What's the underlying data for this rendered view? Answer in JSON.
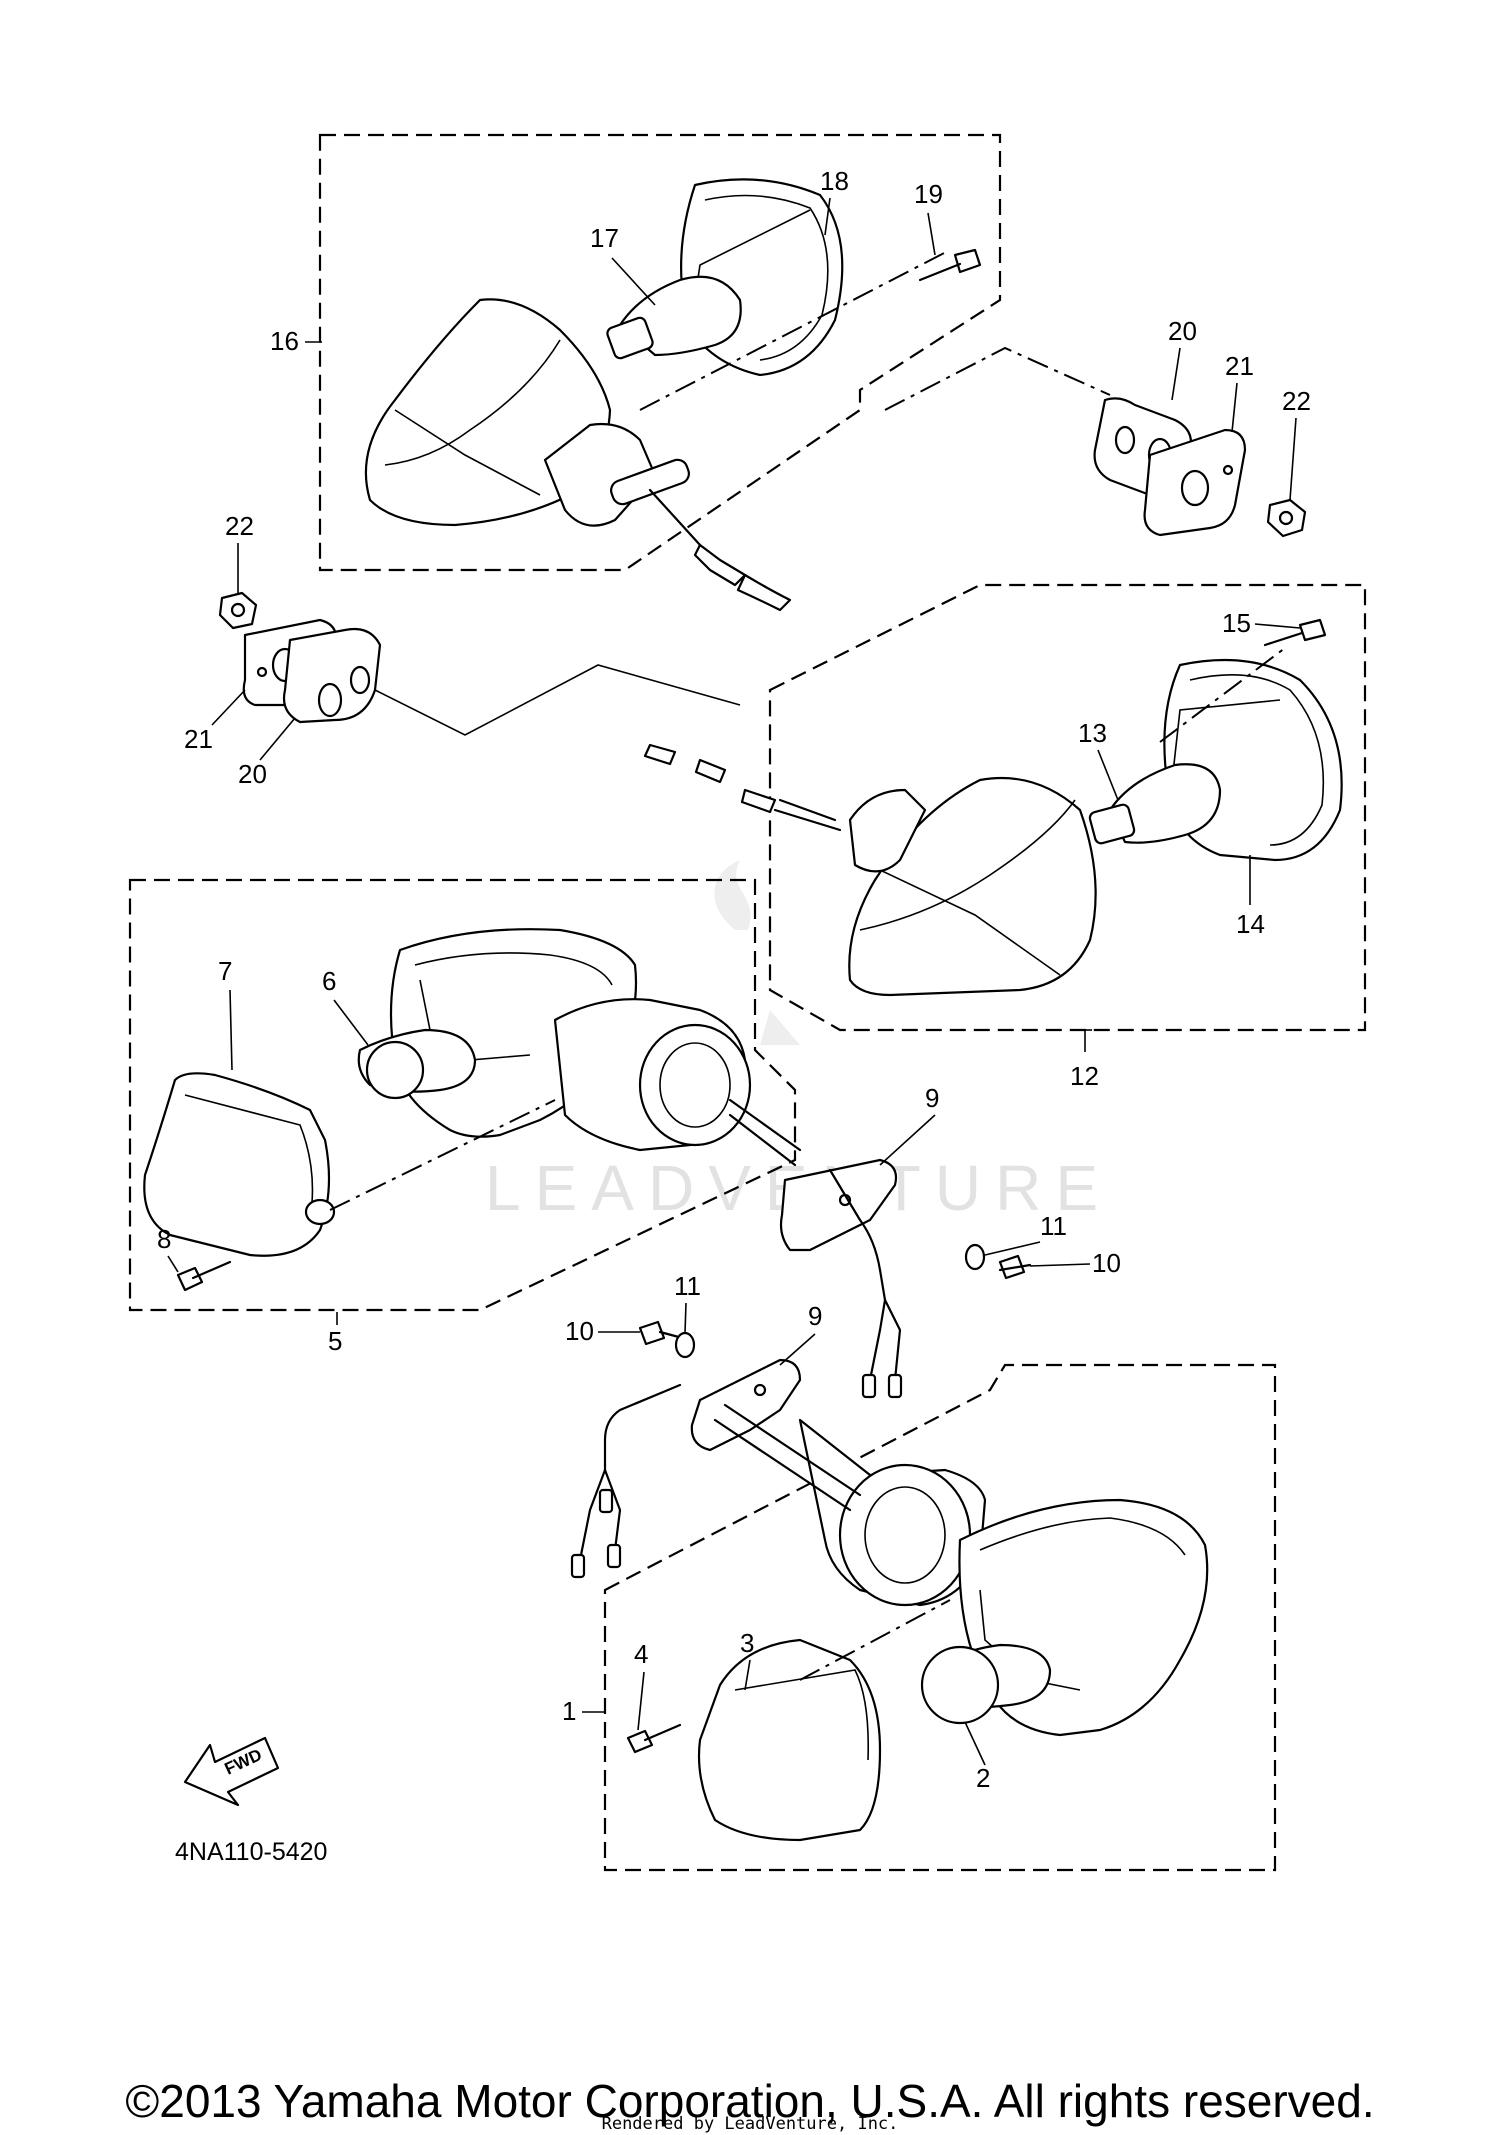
{
  "diagram": {
    "watermark": "LEADVENTURE",
    "figure_code": "4NA110-5420",
    "fwd_label": "FWD",
    "callouts": {
      "c1": "1",
      "c2": "2",
      "c3": "3",
      "c4": "4",
      "c5": "5",
      "c6": "6",
      "c7": "7",
      "c8": "8",
      "c9a": "9",
      "c9b": "9",
      "c10a": "10",
      "c10b": "10",
      "c11a": "11",
      "c11b": "11",
      "c12": "12",
      "c13": "13",
      "c14": "14",
      "c15": "15",
      "c16": "16",
      "c17": "17",
      "c18": "18",
      "c19": "19",
      "c20a": "20",
      "c20b": "20",
      "c21a": "21",
      "c21b": "21",
      "c22a": "22",
      "c22b": "22"
    }
  },
  "footer": {
    "copyright": "©2013 Yamaha Motor Corporation, U.S.A. All rights reserved.",
    "rendered_by": "Rendered by LeadVenture, Inc."
  }
}
